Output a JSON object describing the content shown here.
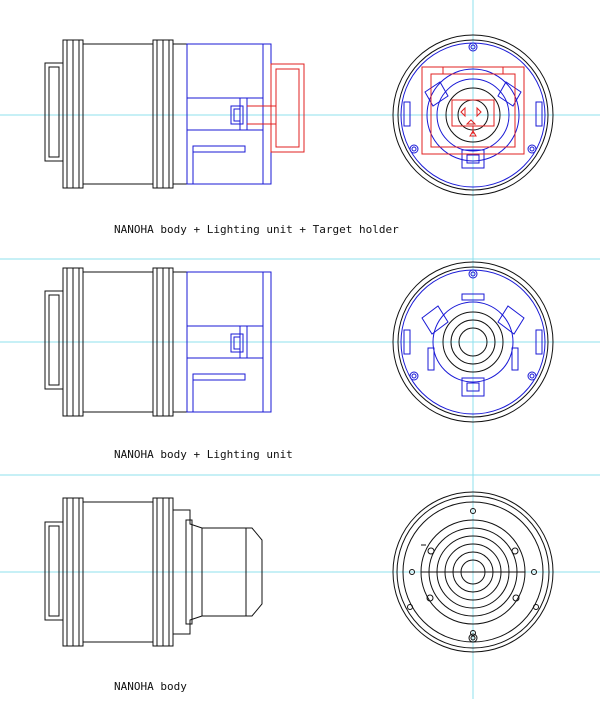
{
  "captions": {
    "c1": "NANOHA body + Lighting unit + Target holder",
    "c2": "NANOHA body + Lighting unit",
    "c3": "NANOHA body"
  },
  "colors": {
    "body_line": "#111111",
    "lighting_unit": "#1a1ad6",
    "target_holder": "#e02020",
    "guide_line": "#8fe0ee"
  }
}
